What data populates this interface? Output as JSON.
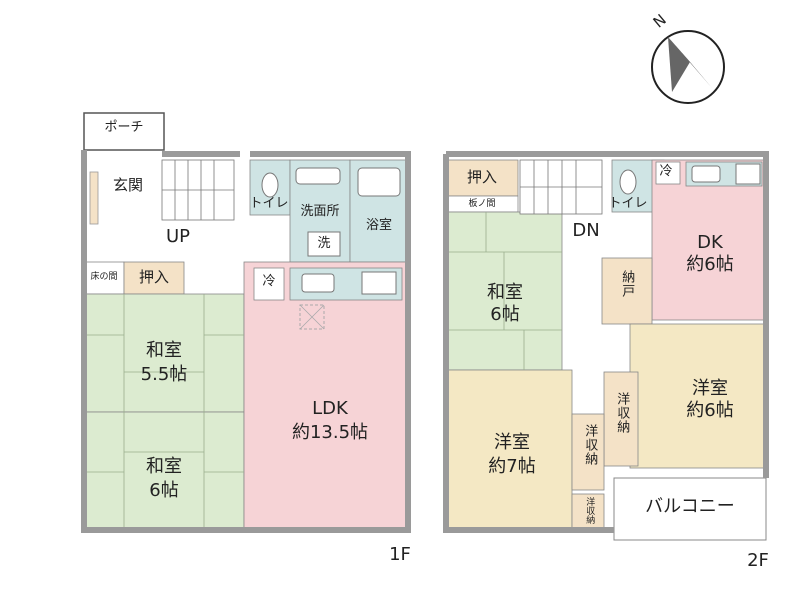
{
  "floor1": {
    "label": "1F",
    "porch": "ポーチ",
    "entrance": "玄関",
    "up": "UP",
    "toilet": "トイレ",
    "washroom": "洗面所",
    "washer": "洗",
    "bath": "浴室",
    "alcove": "床の間",
    "closet": "押入",
    "fridge": "冷",
    "washitsu1": {
      "name": "和室",
      "size": "5.5帖"
    },
    "washitsu2": {
      "name": "和室",
      "size": "6帖"
    },
    "ldk": {
      "name": "LDK",
      "size": "約13.5帖"
    }
  },
  "floor2": {
    "label": "2F",
    "closet": "押入",
    "itanoma": "板ノ間",
    "dn": "DN",
    "toilet": "トイレ",
    "fridge": "冷",
    "dk": {
      "name": "DK",
      "size": "約6帖"
    },
    "washitsu": {
      "name": "和室",
      "size": "6帖"
    },
    "nando": "納戸",
    "youshitsu1": {
      "name": "洋室",
      "size": "約6帖"
    },
    "youshitsu2": {
      "name": "洋室",
      "size": "約7帖"
    },
    "closet_west1": "洋収納",
    "closet_west2": "洋収納",
    "closet_west3": "洋収納",
    "balcony": "バルコニー"
  },
  "compass": {
    "north": "N"
  },
  "colors": {
    "washitsu": "#dcebd0",
    "ldk": "#f6d3d6",
    "youshitsu": "#f4e8c4",
    "wet": "#cfe4e4",
    "closet": "#f4e2c7",
    "wall": "#9a9a9a"
  }
}
